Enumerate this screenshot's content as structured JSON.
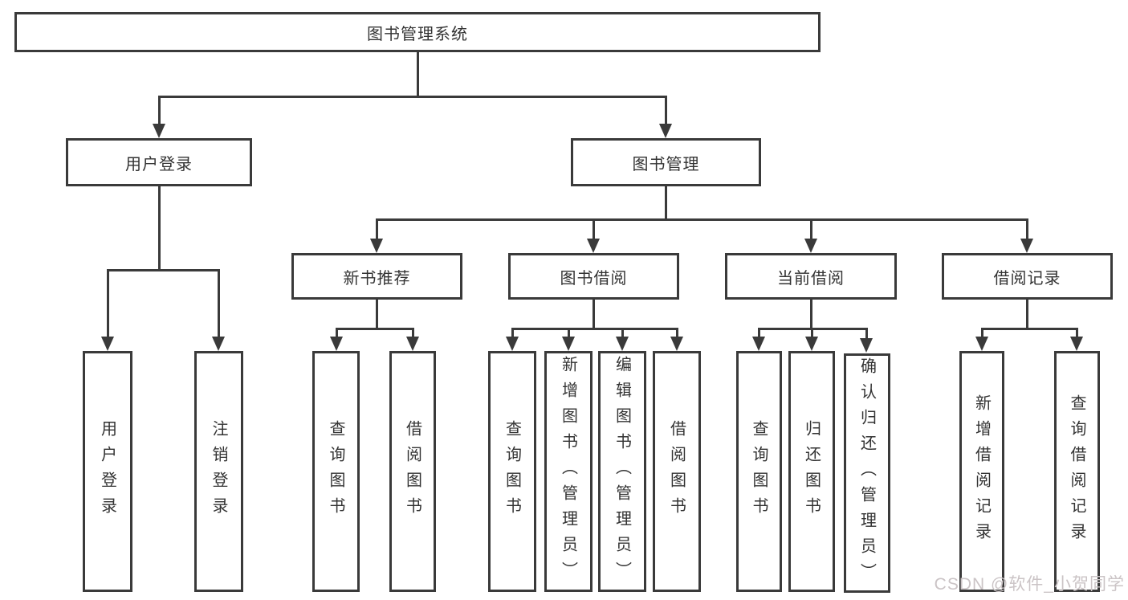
{
  "diagram": {
    "title": "图书管理系统",
    "colors": {
      "line": "#3a3a3a",
      "text": "#333333",
      "watermark": "#cbc4c6",
      "background": "#ffffff"
    },
    "root": {
      "label": "图书管理系统"
    },
    "branches": [
      {
        "label": "用户登录"
      },
      {
        "label": "图书管理"
      }
    ],
    "modules": [
      {
        "label": "新书推荐"
      },
      {
        "label": "图书借阅"
      },
      {
        "label": "当前借阅"
      },
      {
        "label": "借阅记录"
      }
    ],
    "leaves": [
      {
        "label": "用户登录"
      },
      {
        "label": "注销登录"
      },
      {
        "label": "查询图书"
      },
      {
        "label": "借阅图书"
      },
      {
        "label": "查询图书"
      },
      {
        "label": "新增图书（管理员）"
      },
      {
        "label": "编辑图书（管理员）"
      },
      {
        "label": "借阅图书"
      },
      {
        "label": "查询图书"
      },
      {
        "label": "归还图书"
      },
      {
        "label": "确认归还（管理员）"
      },
      {
        "label": "新增借阅记录"
      },
      {
        "label": "查询借阅记录"
      }
    ],
    "watermark": "CSDN @软件_小贺同学"
  }
}
